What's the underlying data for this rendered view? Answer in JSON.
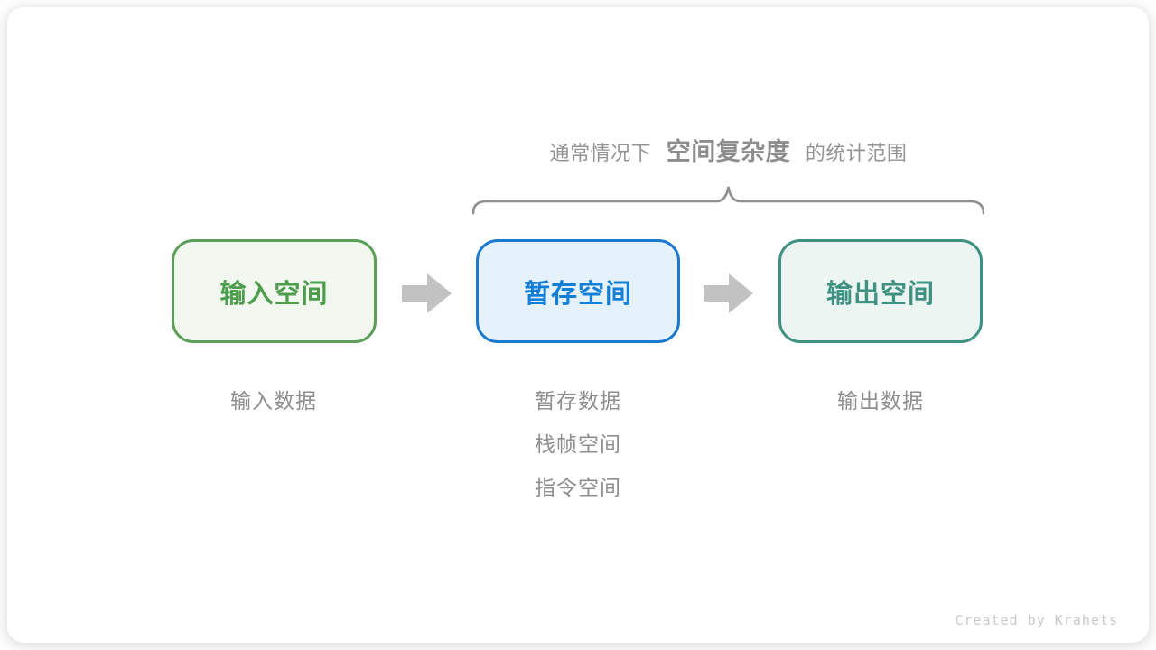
{
  "annotation": {
    "prefix": "通常情况下",
    "highlight": "空间复杂度",
    "suffix": "的统计范围"
  },
  "boxes": [
    {
      "label": "输入空间",
      "sublabels": [
        "输入数据"
      ],
      "accent": "#5c9f58",
      "fill": "#f2f8ef"
    },
    {
      "label": "暂存空间",
      "sublabels": [
        "暂存数据",
        "栈帧空间",
        "指令空间"
      ],
      "accent": "#1c79cd",
      "fill": "#e6f2fb"
    },
    {
      "label": "输出空间",
      "sublabels": [
        "输出数据"
      ],
      "accent": "#3f9182",
      "fill": "#ecf5f1"
    }
  ],
  "icons": {
    "arrow_color": "#c2c2c2",
    "brace_color": "#8f8f8f"
  },
  "footer": {
    "credit": "Created by Krahets"
  }
}
